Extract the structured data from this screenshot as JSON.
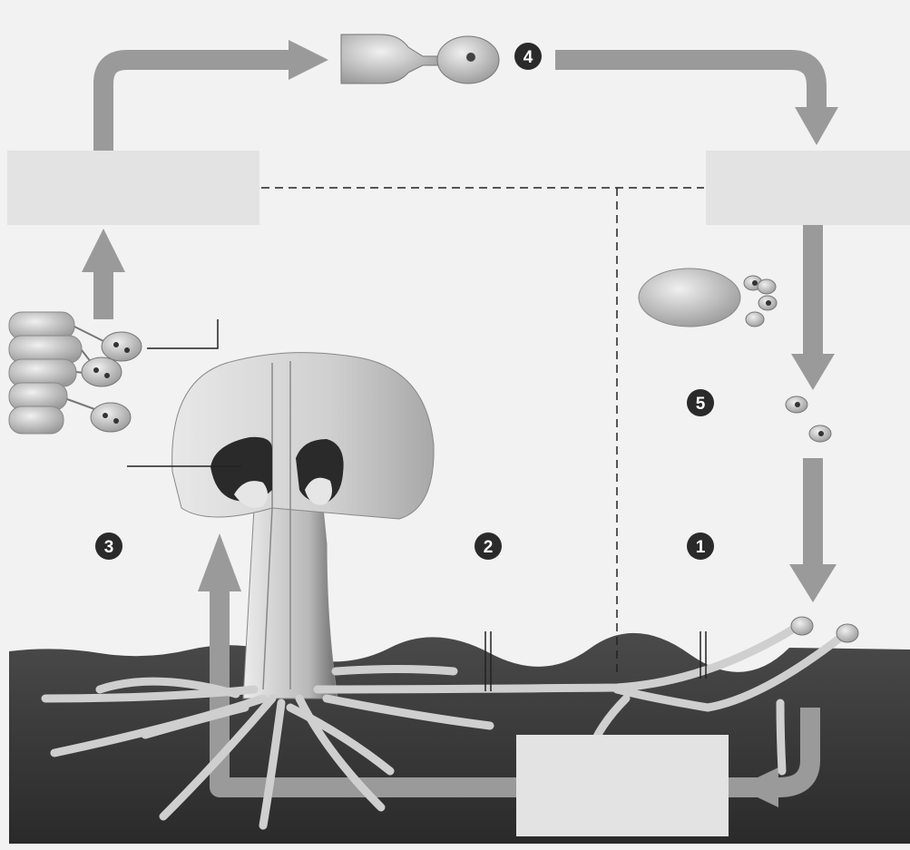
{
  "step_markers": [
    "1",
    "2",
    "3",
    "4",
    "5"
  ],
  "label_boxes": [
    "",
    "",
    ""
  ],
  "colors": {
    "arrow": "#9a9a9a",
    "label_box": "#e3e3e3",
    "soil": "#3a3a3a",
    "marker": "#2a2a2a",
    "cell": "#bdbdbd"
  }
}
